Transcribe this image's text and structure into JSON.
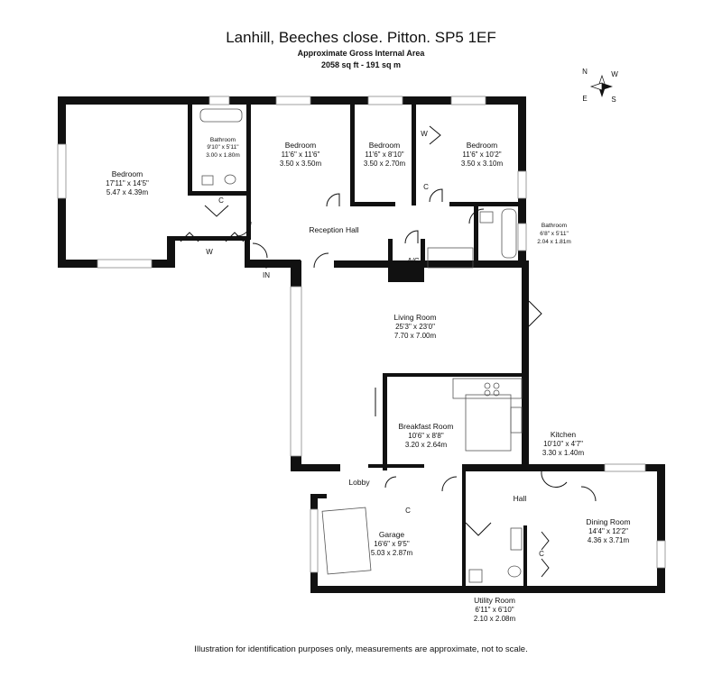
{
  "header": {
    "title": "Lanhill, Beeches close. Pitton. SP5 1EF",
    "subtitle": "Approximate Gross Internal Area",
    "area": "2058 sq ft - 191 sq m"
  },
  "compass": {
    "n": "N",
    "e": "E",
    "s": "S",
    "w": "W"
  },
  "rooms": {
    "bedroom1": {
      "name": "Bedroom",
      "imperial": "17'11\" x 14'5\"",
      "metric": "5.47 x 4.39m"
    },
    "bathroom1": {
      "name": "Bathroom",
      "imperial": "9'10\" x 5'11\"",
      "metric": "3.00 x 1.80m"
    },
    "bedroom2": {
      "name": "Bedroom",
      "imperial": "11'6\" x 11'6\"",
      "metric": "3.50 x 3.50m"
    },
    "bedroom3": {
      "name": "Bedroom",
      "imperial": "11'6\" x 8'10\"",
      "metric": "3.50 x 2.70m"
    },
    "bedroom4": {
      "name": "Bedroom",
      "imperial": "11'6\" x 10'2\"",
      "metric": "3.50 x 3.10m"
    },
    "bathroom2": {
      "name": "Bathroom",
      "imperial": "6'8\" x 5'11\"",
      "metric": "2.04 x 1.81m"
    },
    "reception": {
      "name": "Reception Hall"
    },
    "living": {
      "name": "Living Room",
      "imperial": "25'3\" x 23'0\"",
      "metric": "7.70 x 7.00m"
    },
    "breakfast": {
      "name": "Breakfast Room",
      "imperial": "10'6\" x 8'8\"",
      "metric": "3.20 x 2.64m"
    },
    "kitchen": {
      "name": "Kitchen",
      "imperial": "10'10\" x 4'7\"",
      "metric": "3.30 x 1.40m"
    },
    "lobby": {
      "name": "Lobby"
    },
    "hall": {
      "name": "Hall"
    },
    "garage": {
      "name": "Garage",
      "imperial": "16'6\" x 9'5\"",
      "metric": "5.03 x 2.87m"
    },
    "dining": {
      "name": "Dining Room",
      "imperial": "14'4\" x 12'2\"",
      "metric": "4.36 x 3.71m"
    },
    "utility": {
      "name": "Utility Room",
      "imperial": "6'11\" x 6'10\"",
      "metric": "2.10 x 2.08m"
    }
  },
  "markers": {
    "w": "W",
    "c": "C",
    "ac": "A/C",
    "in": "IN"
  },
  "footer": {
    "disclaimer": "Illustration for identification purposes only, measurements are approximate, not to scale."
  }
}
